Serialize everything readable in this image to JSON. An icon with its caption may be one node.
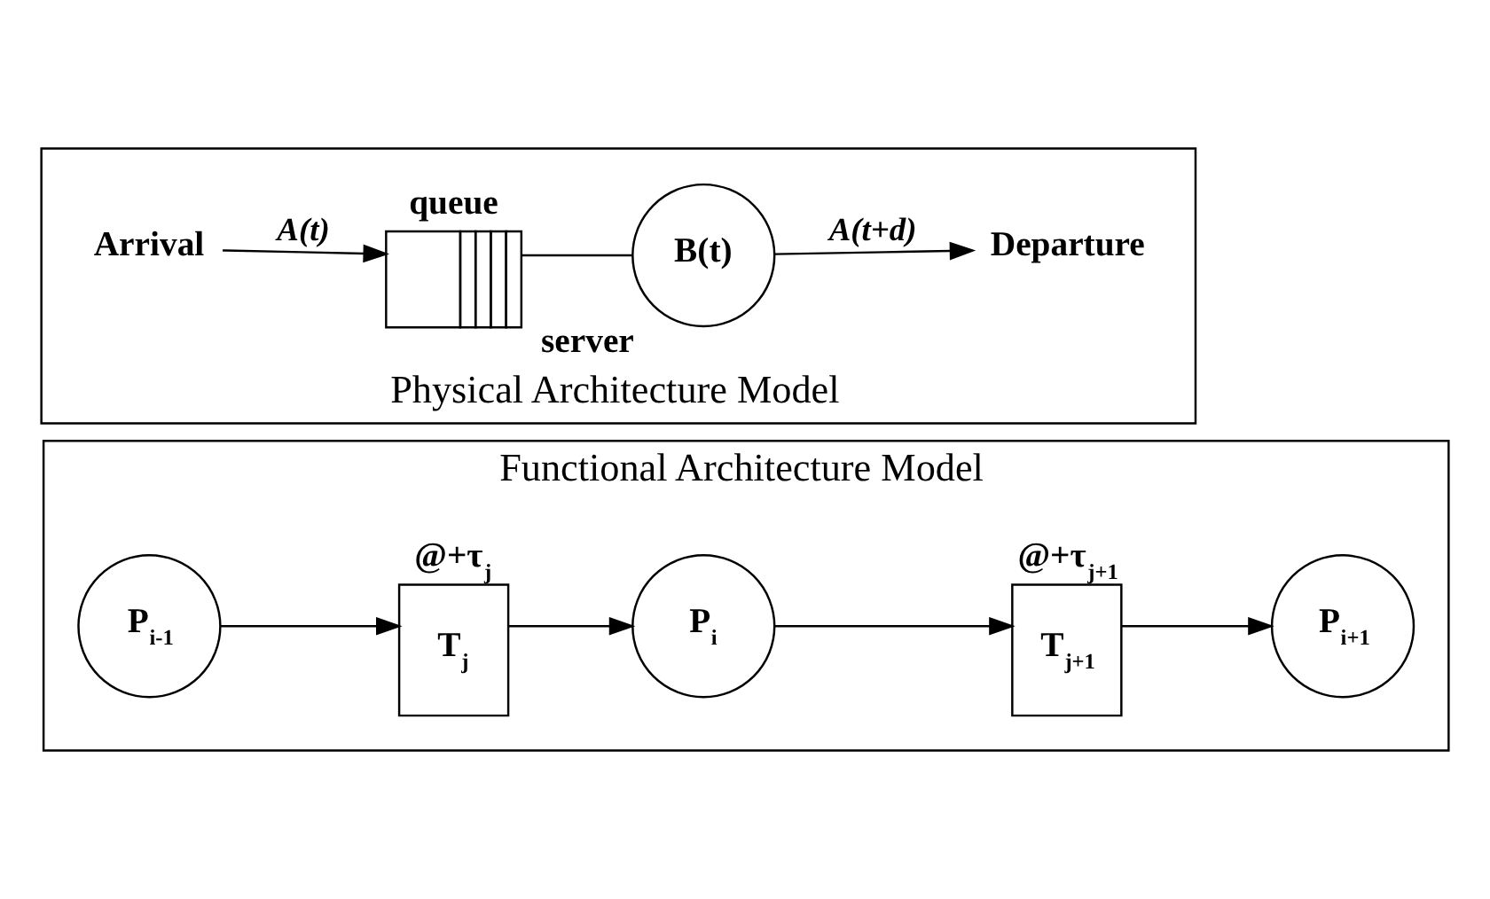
{
  "diagram": {
    "nodes": [
      {
        "text": [
          "Functional Architecture Model"
        ]
      },
      {
        "text": [
          "P$_{i-1}$"
        ],
        "in": 0
      },
      {
        "text": [
          "T$_{j}$"
        ],
        "beside": [
          "@+τ$_{j}$"
        ],
        "in": 0
      },
      {
        "text": [
          "P$_{i}$"
        ],
        "in": 0
      },
      {
        "text": [
          "T$_{j+1}$"
        ],
        "beside": [
          "@+τ$_{j+1}$"
        ],
        "in": 0
      },
      {
        "text": [
          "P$_{i+1}$"
        ],
        "in": 0
      },
      {
        "text": [
          "Physical Architecture Model"
        ]
      },
      {
        "text": [
          "Arrival"
        ],
        "in": 6
      },
      {
        "text": [
          "queue"
        ],
        "in": 6
      },
      {
        "text": [
          "server",
          "B(t)"
        ],
        "in": 6
      },
      {
        "text": [
          "Departure"
        ],
        "in": 6
      }
    ],
    "edges": [
      {
        "from": 1,
        "to": 2,
        "arrow": "to"
      },
      {
        "from": 2,
        "to": 3,
        "arrow": "to"
      },
      {
        "from": 3,
        "to": 4,
        "arrow": "to"
      },
      {
        "from": 4,
        "to": 5,
        "arrow": "to"
      },
      {
        "from": 7,
        "to": 8,
        "arrow": "to",
        "label": "A(t)"
      },
      {
        "from": 8,
        "to": 9,
        "arrow": "none"
      },
      {
        "from": 9,
        "to": 10,
        "arrow": "to",
        "label": "A(t+d)"
      }
    ]
  }
}
